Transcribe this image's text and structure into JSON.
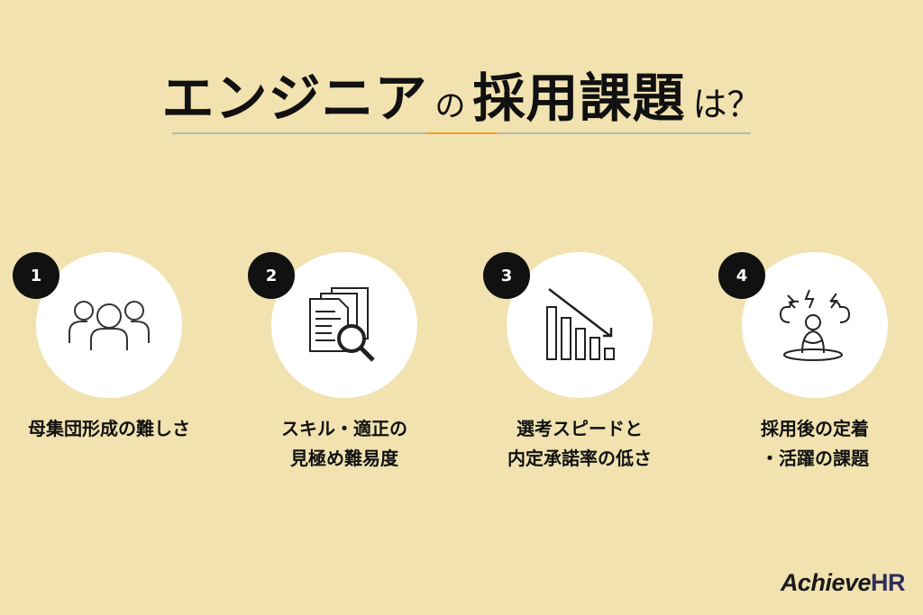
{
  "title": {
    "part1": "エンジニア",
    "part2": "の",
    "part3": "採用課題",
    "part4": "は？"
  },
  "items": [
    {
      "number": "1",
      "icon": "people-group-icon",
      "line1": "母集団形成の難しさ",
      "line2": ""
    },
    {
      "number": "2",
      "icon": "document-magnifier-icon",
      "line1": "スキル・適正の",
      "line2": "見極め難易度"
    },
    {
      "number": "3",
      "icon": "declining-bar-chart-icon",
      "line1": "選考スピードと",
      "line2": "内定承諾率の低さ"
    },
    {
      "number": "4",
      "icon": "stressed-person-icon",
      "line1": "採用後の定着",
      "line2": "・活躍の課題"
    }
  ],
  "logo": {
    "achieve": "Achieve",
    "hr": "HR"
  },
  "colors": {
    "background": "#F1E2B0",
    "accent": "#E9A02D",
    "logo_hr": "#2E2F5A"
  }
}
